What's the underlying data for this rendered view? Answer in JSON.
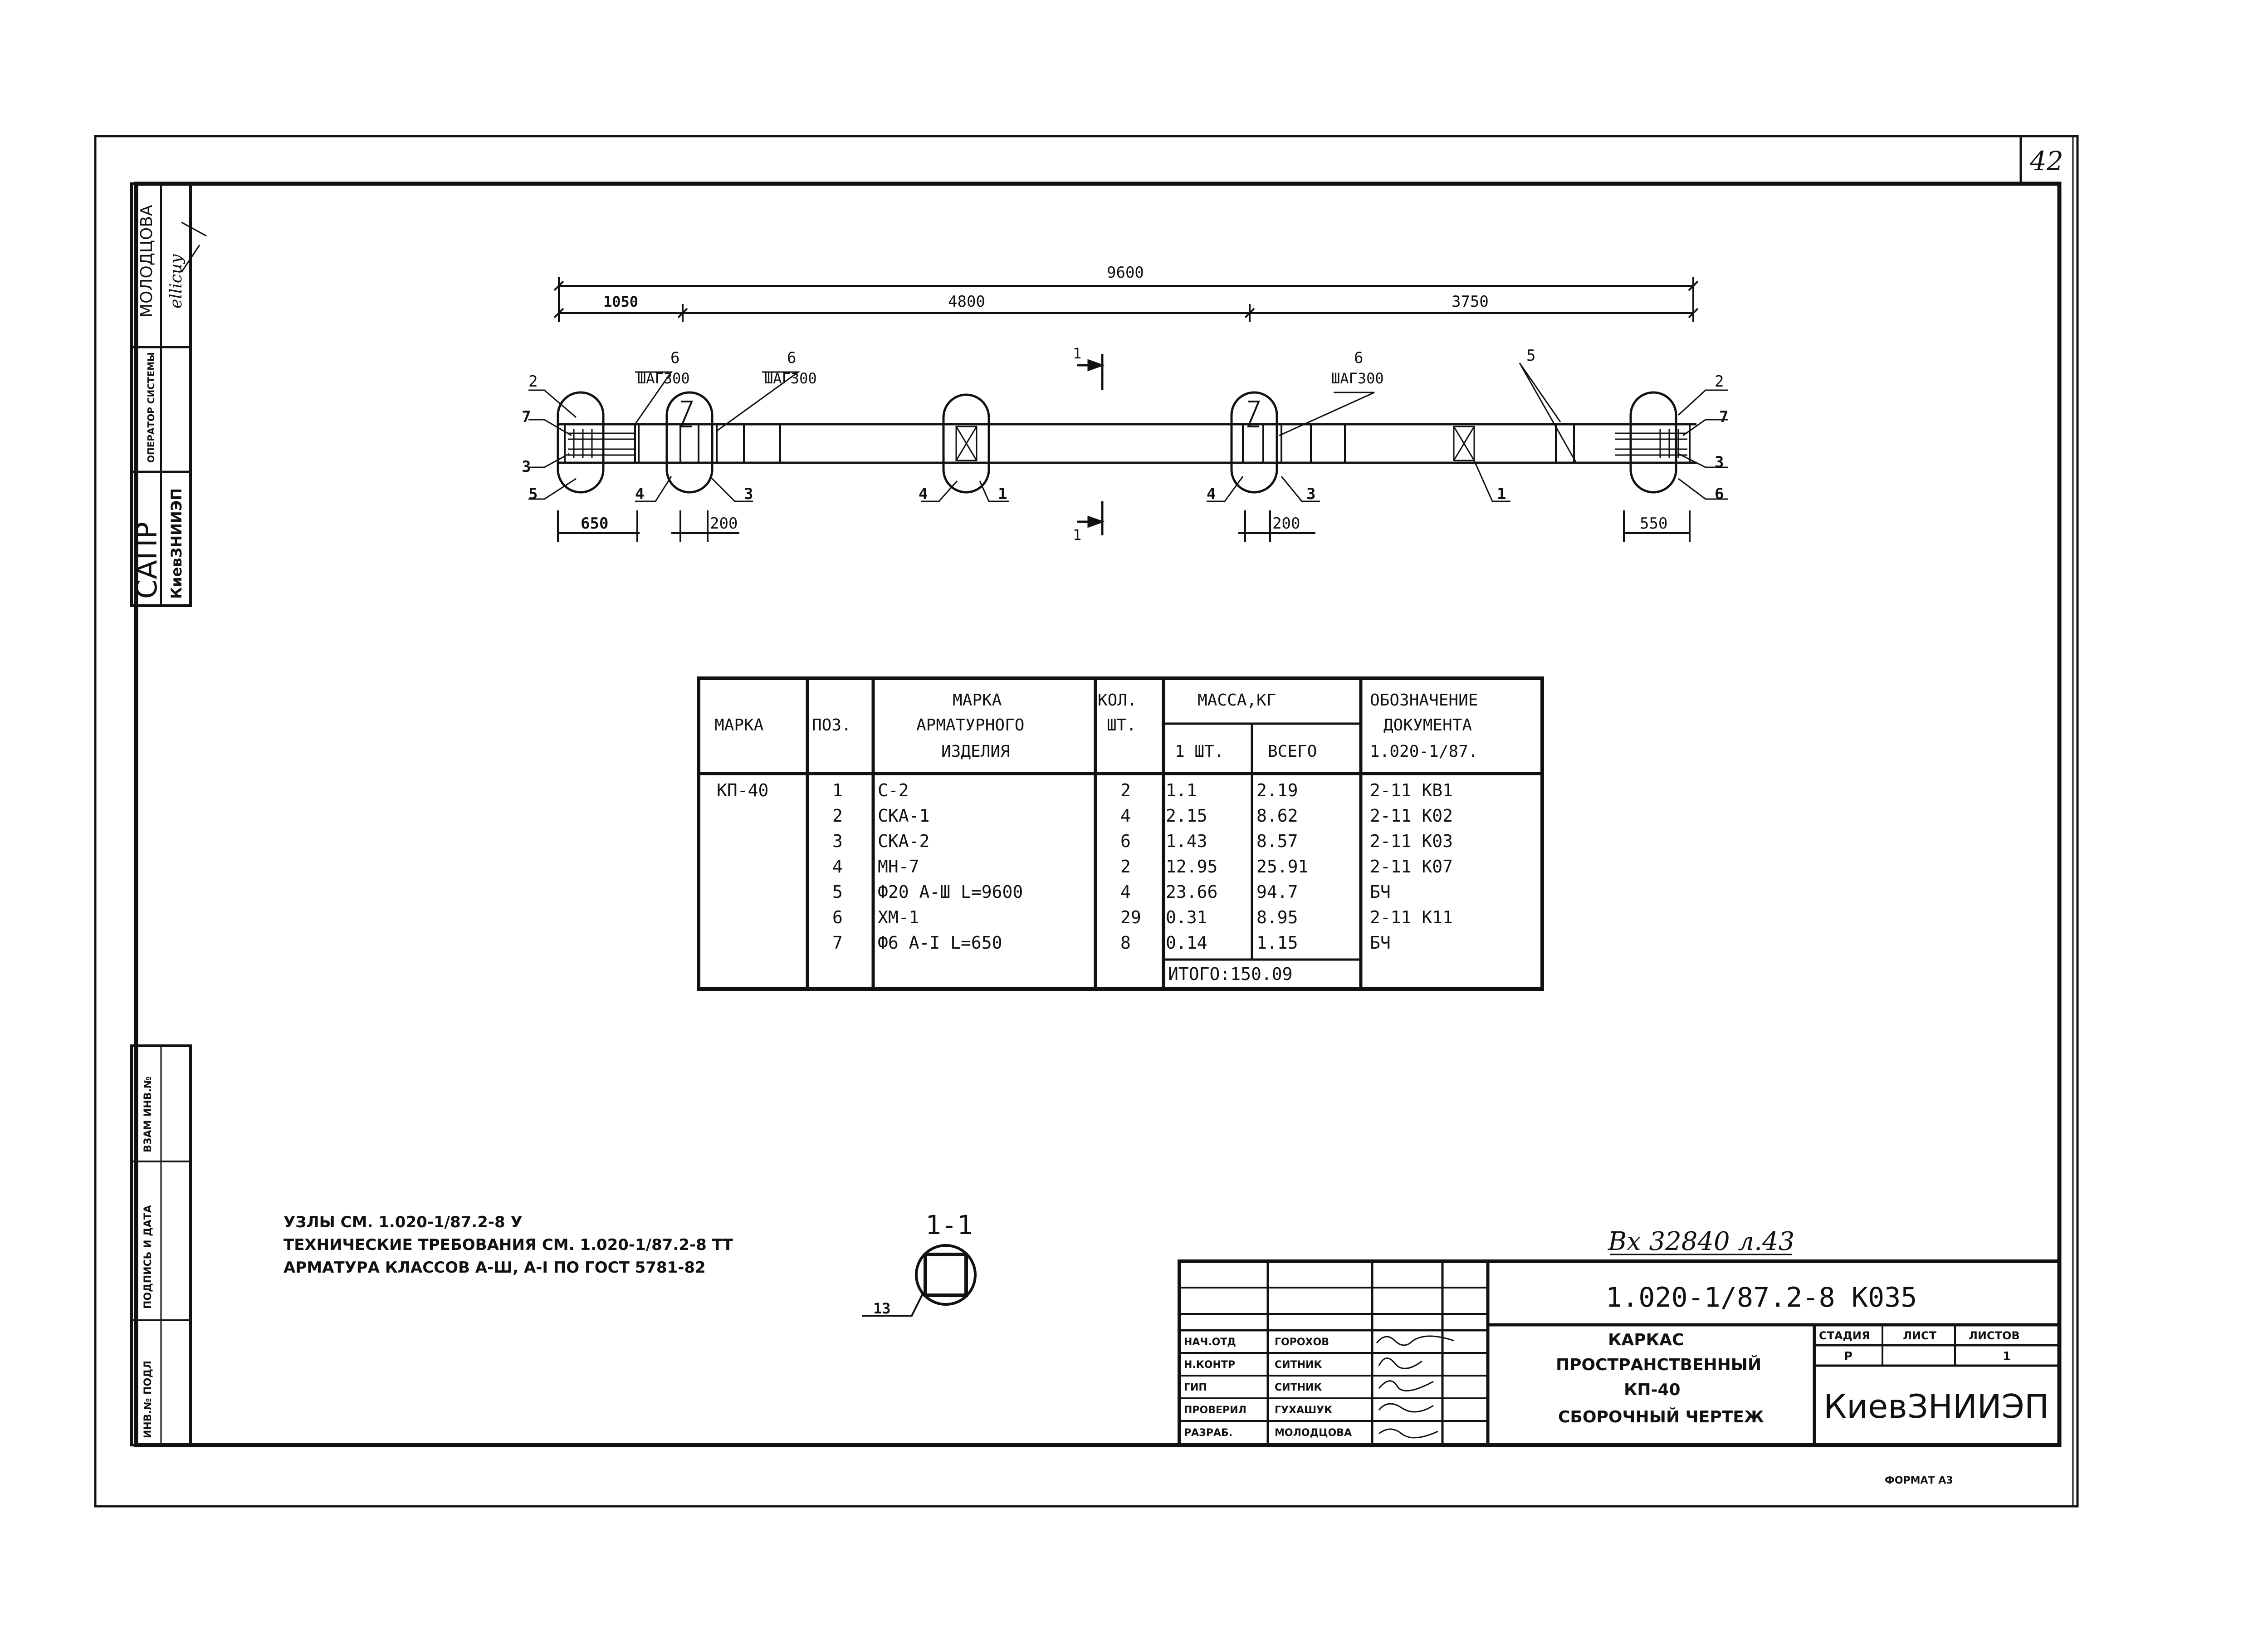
{
  "sheet_number": "42",
  "format_label": "ФОРМАТ А3",
  "left_stamp": {
    "person": "МОЛОДЦОВА",
    "operator_label": "ОПЕРАТОР СИСТЕМЫ",
    "sapr": "САПР",
    "org": "КиевЗНИИЭП",
    "inv_fields": [
      "ИНВ.№ ПОДЛ",
      "ПОДПИСЬ И ДАТА",
      "ВЗАМ ИНВ.№"
    ]
  },
  "dimensions": {
    "overall": "9600",
    "segments": [
      "1050",
      "4800",
      "3750"
    ],
    "bottom": [
      "650",
      "200",
      "200",
      "550"
    ]
  },
  "section_mark": "1",
  "section_title": "1-1",
  "section_callout": "13",
  "step_labels": [
    "ШАГ300",
    "ШАГ300",
    "ШАГ300"
  ],
  "callouts": {
    "left_top": [
      "2",
      "7",
      "3",
      "5"
    ],
    "a": [
      "6",
      "6",
      "4",
      "3"
    ],
    "middle": [
      "4",
      "1"
    ],
    "b": [
      "6",
      "4",
      "3"
    ],
    "c": [
      "5",
      "1"
    ],
    "right": [
      "2",
      "7",
      "3",
      "6"
    ]
  },
  "spec_table": {
    "headers": {
      "mark": "МАРКА",
      "pos": "ПОЗ.",
      "item_l1": "МАРКА",
      "item_l2": "АРМАТУРНОГО",
      "item_l3": "ИЗДЕЛИЯ",
      "qty_l1": "КОЛ.",
      "qty_l2": "ШТ.",
      "mass": "МАССА,КГ",
      "mass_one": "1 ШТ.",
      "mass_total": "ВСЕГО",
      "doc_l1": "ОБОЗНАЧЕНИЕ",
      "doc_l2": "ДОКУМЕНТА",
      "doc_l3": "1.020-1/87."
    },
    "mark_value": "КП-40",
    "rows": [
      {
        "pos": "1",
        "item": "С-2",
        "qty": "2",
        "one": "1.1",
        "total": "2.19",
        "doc": "2-11 КВ1"
      },
      {
        "pos": "2",
        "item": "СКА-1",
        "qty": "4",
        "one": "2.15",
        "total": "8.62",
        "doc": "2-11 К02"
      },
      {
        "pos": "3",
        "item": "СКА-2",
        "qty": "6",
        "one": "1.43",
        "total": "8.57",
        "doc": "2-11 К03"
      },
      {
        "pos": "4",
        "item": "МН-7",
        "qty": "2",
        "one": "12.95",
        "total": "25.91",
        "doc": "2-11 К07"
      },
      {
        "pos": "5",
        "item": "Ф20 А-Ш L=9600",
        "qty": "4",
        "one": "23.66",
        "total": "94.7",
        "doc": "БЧ"
      },
      {
        "pos": "6",
        "item": "ХМ-1",
        "qty": "29",
        "one": "0.31",
        "total": "8.95",
        "doc": "2-11 К11"
      },
      {
        "pos": "7",
        "item": "Ф6 А-I L=650",
        "qty": "8",
        "one": "0.14",
        "total": "1.15",
        "doc": "БЧ"
      }
    ],
    "total_label": "ИТОГО:150.09"
  },
  "notes": [
    "УЗЛЫ СМ. 1.020-1/87.2-8 У",
    "ТЕХНИЧЕСКИЕ ТРЕБОВАНИЯ СМ. 1.020-1/87.2-8 ТТ",
    "АРМАТУРА КЛАССОВ А-Ш, А-I ПО ГОСТ 5781-82"
  ],
  "handwritten_ref": "Вх 32840 л.43",
  "title_block": {
    "doc_code": "1.020-1/87.2-8 К035",
    "title_lines": [
      "КАРКАС",
      "ПРОСТРАНСТВЕННЫЙ",
      "КП-40",
      "СБОРОЧНЫЙ ЧЕРТЕЖ"
    ],
    "stage_header": "СТАДИЯ",
    "sheet_header": "ЛИСТ",
    "sheets_header": "ЛИСТОВ",
    "stage_value": "Р",
    "sheets_value": "1",
    "org": "КиевЗНИИЭП",
    "roles": [
      {
        "role": "НАЧ.ОТД",
        "name": "ГОРОХОВ"
      },
      {
        "role": "Н.КОНТР",
        "name": "СИТНИК"
      },
      {
        "role": "ГИП",
        "name": "СИТНИК"
      },
      {
        "role": "ПРОВЕРИЛ",
        "name": "ГУХАШУК"
      },
      {
        "role": "РАЗРАБ.",
        "name": "МОЛОДЦОВА"
      }
    ]
  }
}
